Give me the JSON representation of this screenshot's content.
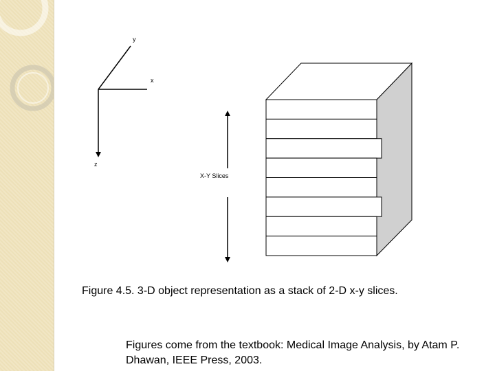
{
  "diagram": {
    "axes": {
      "y_label": "y",
      "x_label": "x",
      "z_label": "z"
    },
    "slices_label": "X-Y Slices",
    "slice_count": 8,
    "outset_slices": [
      2,
      5
    ]
  },
  "caption": "Figure 4.5. 3-D object representation as a stack of 2-D x-y slices.",
  "source_note": "Figures come from the textbook: Medical Image Analysis, by Atam P. Dhawan, IEEE Press, 2003."
}
